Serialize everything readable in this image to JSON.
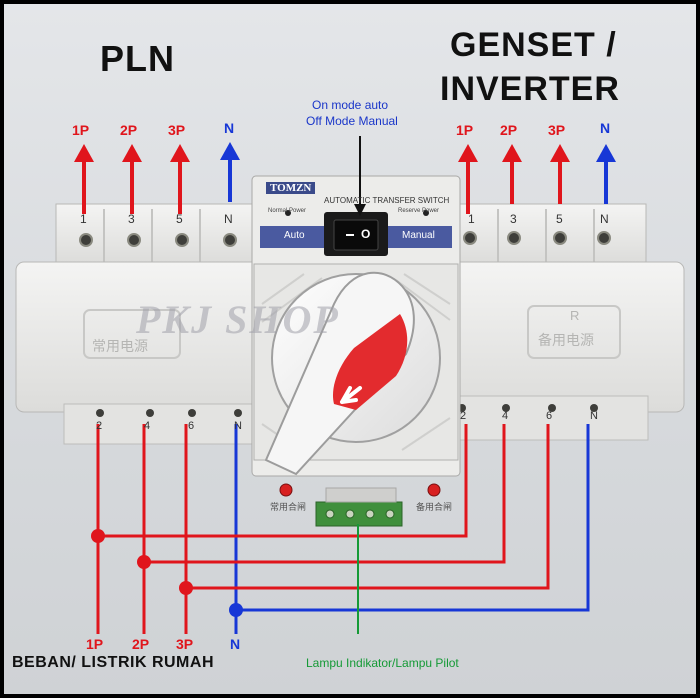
{
  "title_left": "PLN",
  "title_right_line1": "GENSET /",
  "title_right_line2": "INVERTER",
  "note_line1": "On mode auto",
  "note_line2": "Off Mode Manual",
  "top_left_phases": [
    "1P",
    "2P",
    "3P",
    "N"
  ],
  "top_right_phases": [
    "1P",
    "2P",
    "3P",
    "N"
  ],
  "top_left_terminals": [
    "1",
    "3",
    "5",
    "N"
  ],
  "top_right_terminals": [
    "1",
    "3",
    "5",
    "N"
  ],
  "bottom_left_terminals": [
    "2",
    "4",
    "6",
    "N"
  ],
  "bottom_right_terminals": [
    "2",
    "4",
    "6",
    "N"
  ],
  "bottom_phases": [
    "1P",
    "2P",
    "3P",
    "N"
  ],
  "brand": "TOMZN",
  "device_label": "AUTOMATIC TRANSFER SWITCH",
  "normal_power": "Normal Power",
  "reserve_power": "Reserve Power",
  "mode_auto": "Auto",
  "mode_manual": "Manual",
  "switch_off": "O",
  "left_chinese": "常用电源",
  "right_letter": "R",
  "right_chinese": "备用电源",
  "watermark": "PKJ SHOP",
  "lamp_left": "常用合闸",
  "lamp_right": "备用合闸",
  "bottom_label": "BEBAN/ LISTRIK RUMAH",
  "lamp_label": "Lampu Indikator/Lampu Pilot",
  "colors": {
    "phase": "#e0151c",
    "neutral": "#1737d6",
    "lamp_wire": "#159a36"
  }
}
